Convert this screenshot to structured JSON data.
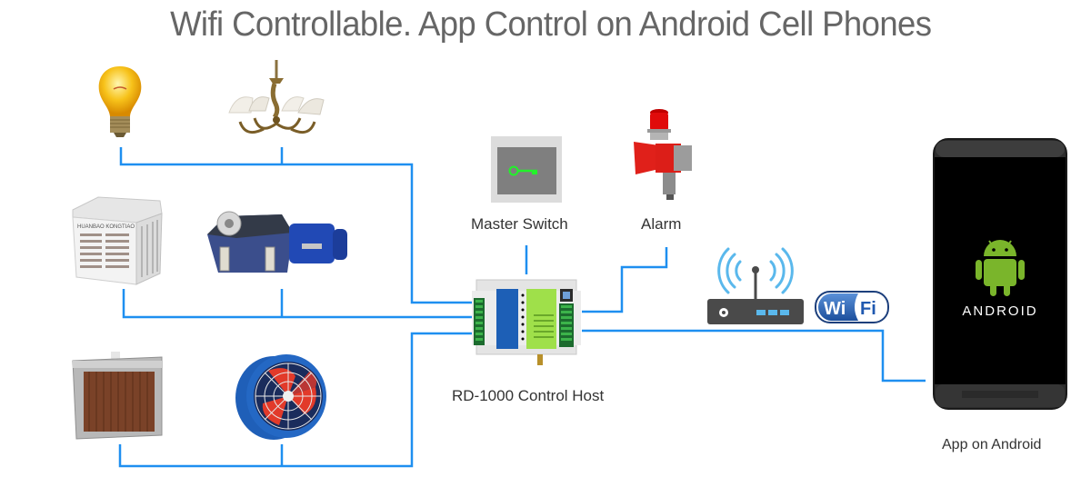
{
  "title": "Wifi Controllable. App Control on Android Cell Phones",
  "colors": {
    "wire": "#1e8ff0",
    "title": "#666666",
    "label": "#333333"
  },
  "devices": {
    "light_bulb": {
      "icon": "light-bulb-icon"
    },
    "chandelier": {
      "icon": "chandelier-icon"
    },
    "air_cooler": {
      "icon": "air-cooler-icon",
      "brand_text": "HUANBAO KONGTIAO"
    },
    "gear_motor": {
      "icon": "gear-motor-icon"
    },
    "cooling_pad": {
      "icon": "cooling-pad-icon"
    },
    "axial_fan": {
      "icon": "axial-fan-icon"
    },
    "master_switch": {
      "icon": "key-icon",
      "label": "Master Switch"
    },
    "alarm": {
      "icon": "alarm-siren-icon",
      "label": "Alarm"
    },
    "control_host": {
      "icon": "controller-icon",
      "label": "RD-1000 Control Host"
    },
    "router": {
      "icon": "wifi-router-icon"
    },
    "wifi_badge": {
      "icon": "wifi-logo-icon",
      "part1": "Wi",
      "part2": "Fi"
    },
    "phone": {
      "icon": "android-phone-icon",
      "logo_text": "ANDROID",
      "label": "App on Android"
    }
  }
}
